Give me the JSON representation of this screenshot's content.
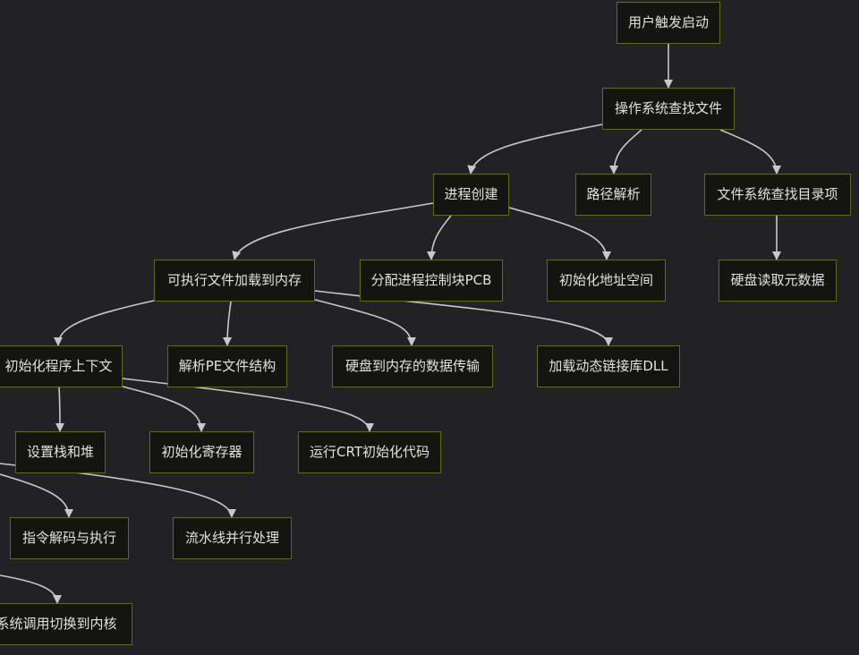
{
  "diagram": {
    "nodes": {
      "user_start": "用户触发启动",
      "os_find_file": "操作系统查找文件",
      "process_create": "进程创建",
      "path_parse": "路径解析",
      "fs_dir_lookup": "文件系统查找目录项",
      "load_exe": "可执行文件加载到内存",
      "alloc_pcb": "分配进程控制块PCB",
      "init_addr_space": "初始化地址空间",
      "disk_read_meta": "硬盘读取元数据",
      "init_context": "初始化程序上下文",
      "parse_pe": "解析PE文件结构",
      "disk_to_mem": "硬盘到内存的数据传输",
      "load_dll": "加载动态链接库DLL",
      "setup_stack_heap": "设置栈和堆",
      "init_registers": "初始化寄存器",
      "run_crt_init": "运行CRT初始化代码",
      "decode_exec": "指令解码与执行",
      "pipeline": "流水线并行处理",
      "syscall_kernel": "系统调用切换到内核"
    },
    "colors": {
      "background": "#222226",
      "node_fill": "#141410",
      "node_border": "#5e6a1c",
      "node_text": "#e2e2dc",
      "edge": "#c8c8c8"
    }
  }
}
